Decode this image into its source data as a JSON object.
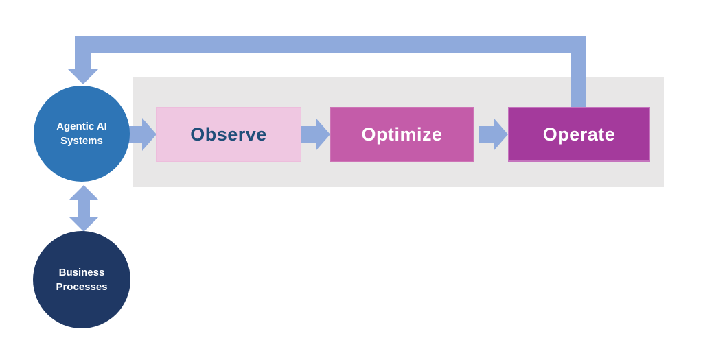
{
  "diagram": {
    "nodes": {
      "agentic_ai": {
        "line1": "Agentic AI",
        "line2": "Systems",
        "fill": "#2E75B6",
        "text_color": "#FFFFFF"
      },
      "business_processes": {
        "line1": "Business",
        "line2": "Processes",
        "fill": "#1F3864",
        "text_color": "#FFFFFF"
      }
    },
    "stages": [
      {
        "label": "Observe",
        "fill": "#EFC7E1",
        "text_color": "#1F4E79"
      },
      {
        "label": "Optimize",
        "fill": "#C45CA9",
        "text_color": "#FFFFFF"
      },
      {
        "label": "Operate",
        "fill": "#A43A9C",
        "text_color": "#FFFFFF"
      }
    ],
    "panel": {
      "fill": "#E8E7E7"
    },
    "connectors": {
      "arrow_color": "#8FAADC",
      "flow": [
        "Agentic AI Systems -> Observe",
        "Observe -> Optimize",
        "Optimize -> Operate"
      ],
      "feedback_loop": "Operate -> Agentic AI Systems",
      "bidirectional": "Agentic AI Systems <-> Business Processes"
    },
    "background": "#FFFFFF"
  }
}
